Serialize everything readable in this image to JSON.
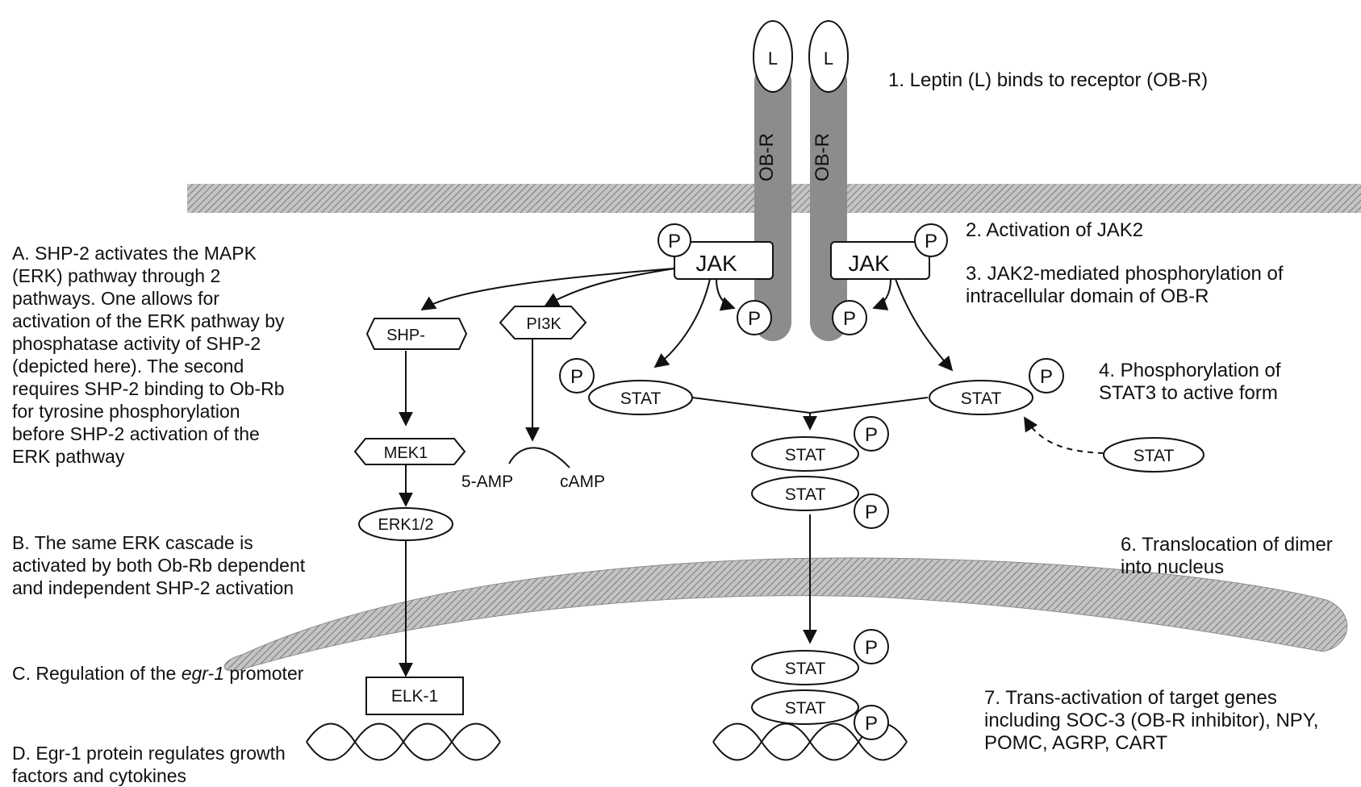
{
  "receptor": {
    "ligand_label": "L",
    "receptor_label": "OB-R",
    "jak_label": "JAK",
    "phospho_label": "P"
  },
  "nodes": {
    "shp": "SHP-",
    "pi3k": "PI3K",
    "mek1": "MEK1",
    "erk12": "ERK1/2",
    "elk1": "ELK-1",
    "amp5": "5-AMP",
    "camp": "cAMP",
    "stat": "STAT"
  },
  "steps": {
    "s1": "1. Leptin (L) binds to receptor (OB-R)",
    "s2": "2. Activation of JAK2",
    "s3": "3. JAK2-mediated phosphorylation of\nintracellular domain of OB-R",
    "s4": "4. Phosphorylation of\nSTAT3 to active form",
    "s6": "6. Translocation of dimer\ninto nucleus",
    "s7": "7. Trans-activation of target genes\nincluding SOC-3 (OB-R inhibitor), NPY,\nPOMC, AGRP, CART"
  },
  "notes": {
    "a": "A. SHP-2 activates the MAPK\n(ERK) pathway through 2\npathways. One allows for\nactivation of the ERK pathway by\nphosphatase activity of SHP-2\n(depicted here). The second\nrequires SHP-2 binding to Ob-Rb\nfor tyrosine phosphorylation\nbefore SHP-2 activation of the\nERK pathway",
    "b": "B. The same ERK cascade is\nactivated by both Ob-Rb dependent\nand independent SHP-2 activation",
    "c_pre": "C. Regulation of the ",
    "c_em": "egr-1",
    "c_post": " promoter",
    "d": "D. Egr-1 protein regulates growth\nfactors and cytokines"
  },
  "colors": {
    "membrane": "#a8a8a8",
    "receptor": "#8c8c8c",
    "line": "#111111",
    "fill": "#ffffff"
  }
}
